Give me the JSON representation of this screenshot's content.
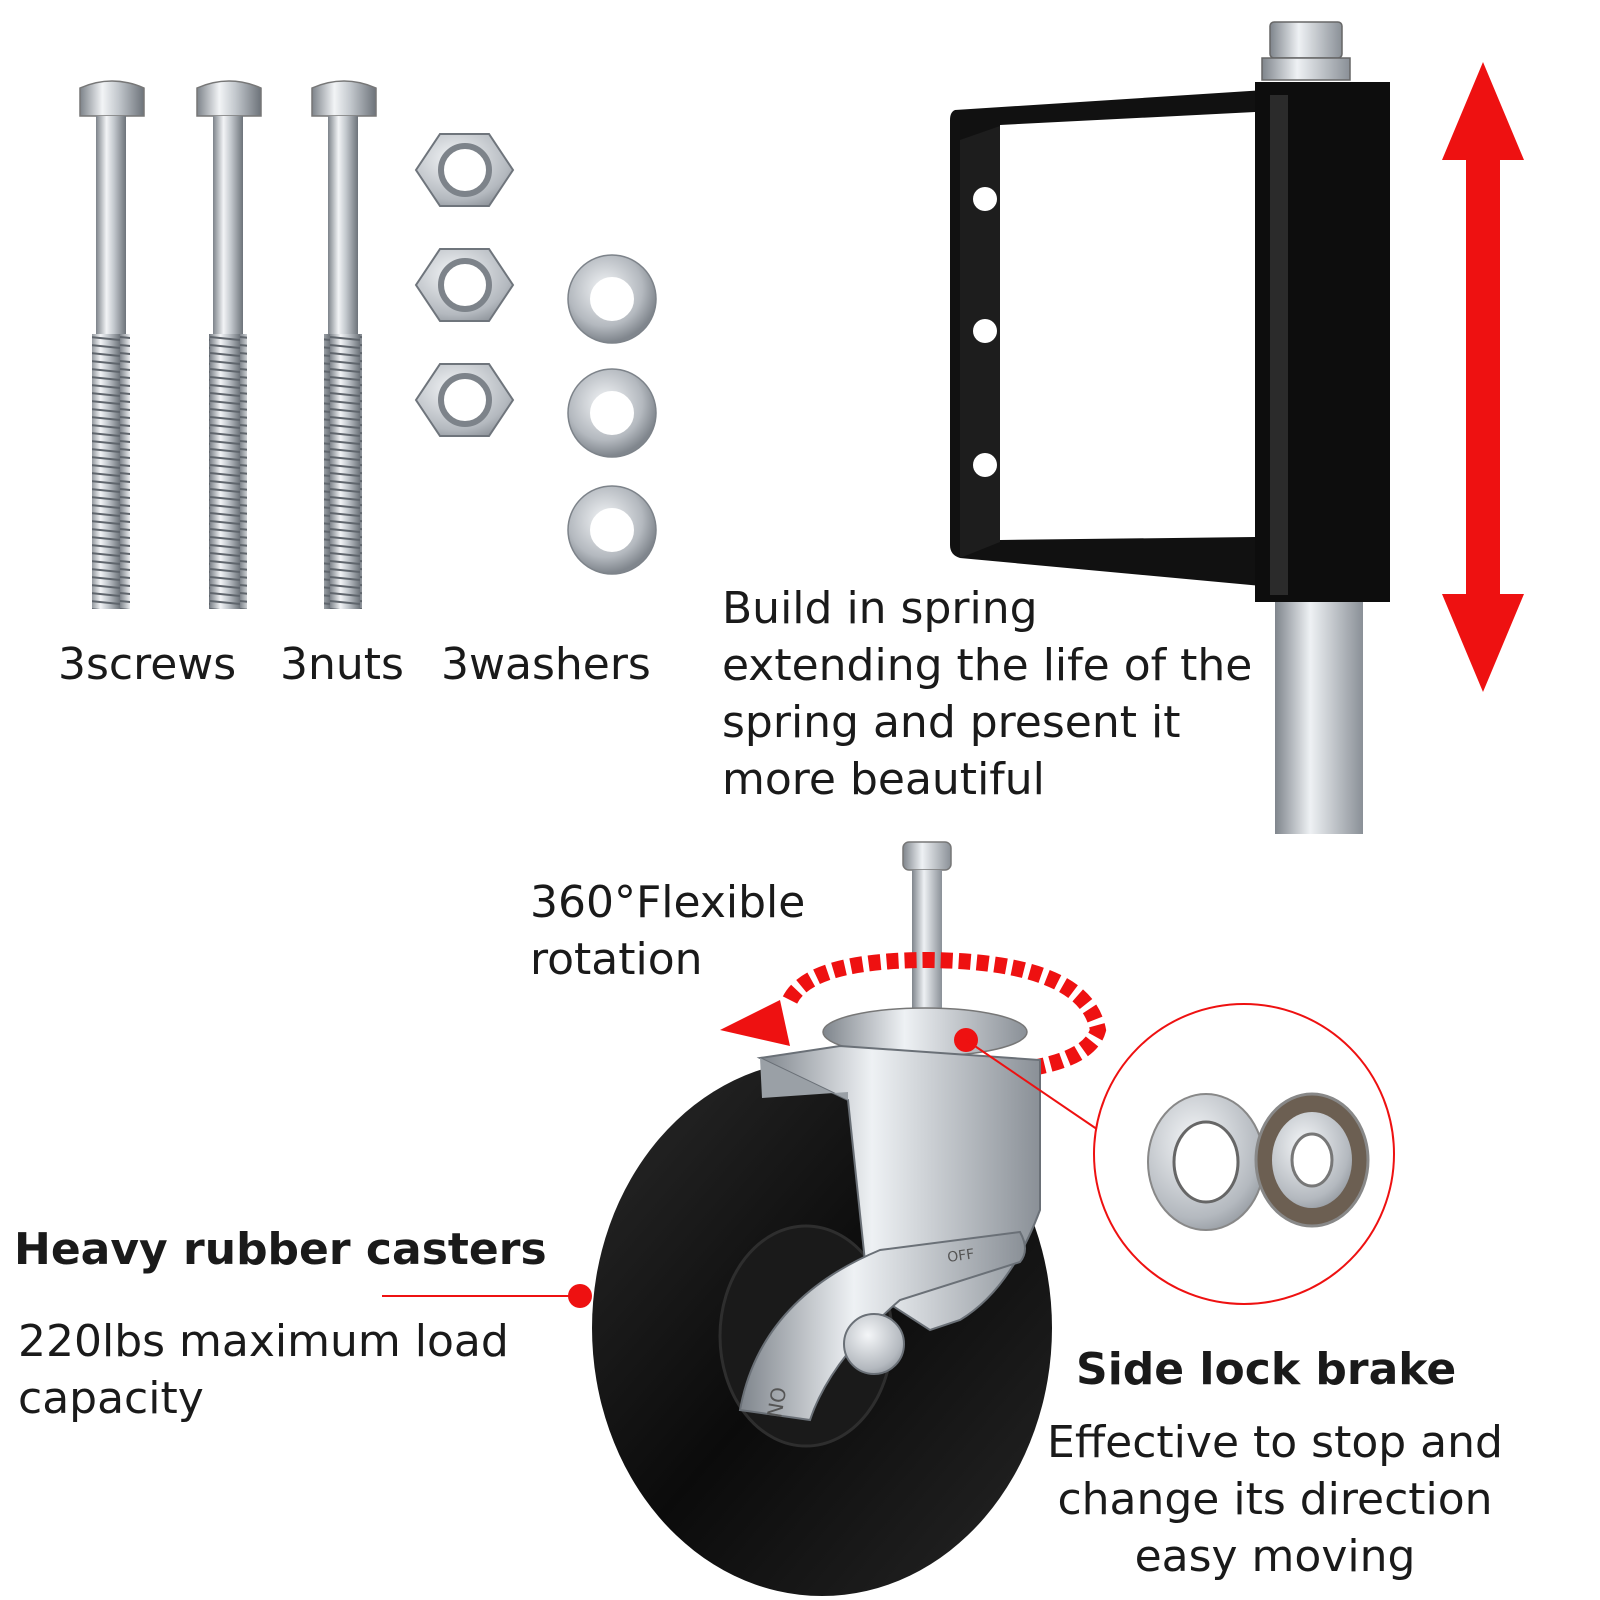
{
  "hardware": {
    "labels": {
      "screws": "3screws",
      "nuts": "3nuts",
      "washers": "3washers"
    }
  },
  "spring_wheel": {
    "description": "Build in spring extending the life of the spring and present it more beautiful"
  },
  "caster": {
    "rotation_label": "360°Flexible rotation",
    "rubber": {
      "title": "Heavy rubber casters",
      "detail": "220lbs maximum load capacity"
    },
    "brake": {
      "title": "Side lock brake",
      "detail": "Effective to stop and change its direction easy moving",
      "pedal_off": "OFF",
      "pedal_on": "ON"
    }
  },
  "colors": {
    "accent_red": "#ee1111",
    "metal_silver": "#b9bec4",
    "black_part": "#161616",
    "text": "#1a1a1a"
  }
}
